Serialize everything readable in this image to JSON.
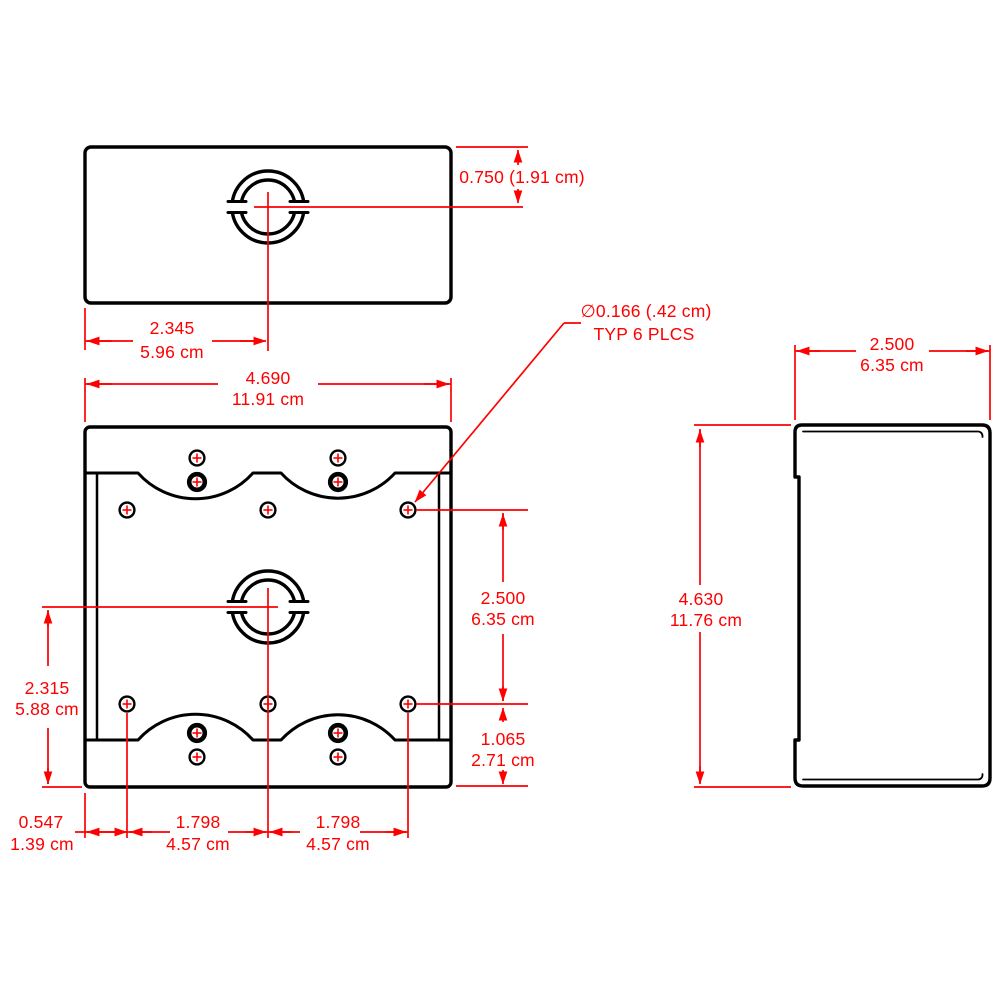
{
  "colors": {
    "line": "#000000",
    "dimension": "#fe0000",
    "background": "#ffffff"
  },
  "views": {
    "top": {
      "offset": "0.750 (1.91 cm)",
      "center_in": "2.345",
      "center_cm": "5.96 cm"
    },
    "front": {
      "width_in": "4.690",
      "width_cm": "11.91 cm",
      "callout1": "∅0.166 (.42 cm)",
      "callout2": "TYP 6 PLCS",
      "row_in": "2.500",
      "row_cm": "6.35 cm",
      "bottom_in": "1.065",
      "bottom_cm": "2.71 cm",
      "ko_in": "2.315",
      "ko_cm": "5.88 cm",
      "edge_in": "0.547",
      "edge_cm": "1.39 cm",
      "pitch1_in": "1.798",
      "pitch1_cm": "4.57 cm",
      "pitch2_in": "1.798",
      "pitch2_cm": "4.57 cm"
    },
    "side": {
      "depth_in": "2.500",
      "depth_cm": "6.35 cm",
      "height_in": "4.630",
      "height_cm": "11.76 cm"
    }
  }
}
